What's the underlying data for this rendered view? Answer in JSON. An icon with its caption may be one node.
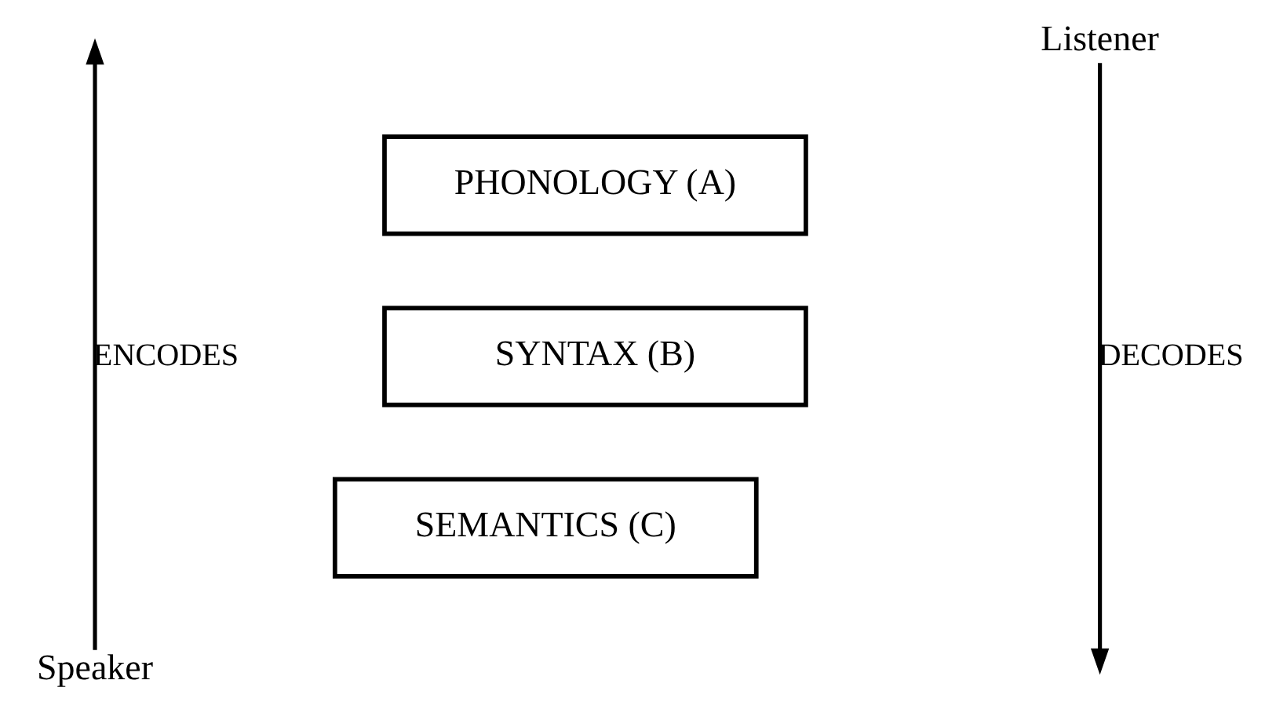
{
  "diagram": {
    "nodes": [
      {
        "text": [
          "PHONOLOGY (A)"
        ]
      },
      {
        "text": [
          "SYNTAX (B)"
        ]
      },
      {
        "text": [
          "SEMANTICS (C)"
        ]
      },
      {
        "text": [
          "Speaker"
        ]
      },
      {
        "text": [
          "Listener"
        ]
      }
    ],
    "edges": [
      {
        "from": 3,
        "to": null,
        "arrow": "to",
        "label": "ENCODES"
      },
      {
        "from": 4,
        "to": null,
        "arrow": "to",
        "label": "DECODES"
      }
    ]
  }
}
